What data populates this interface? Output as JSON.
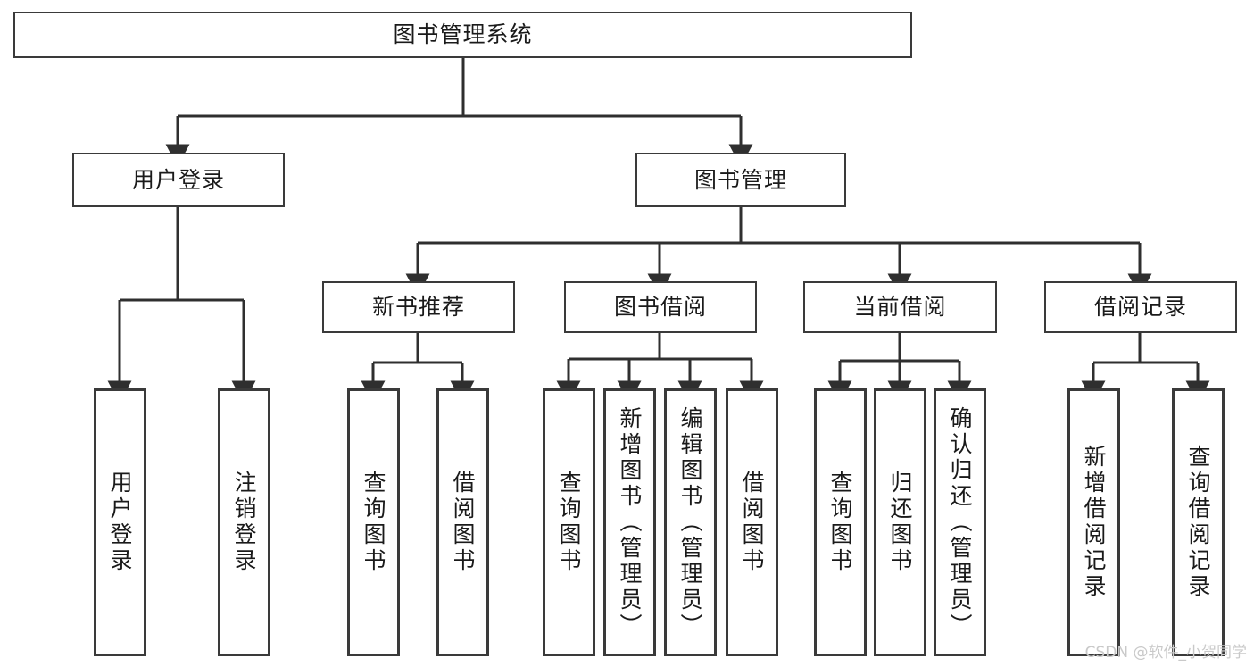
{
  "diagram": {
    "type": "tree",
    "title": "图书管理系统",
    "root": {
      "label": "图书管理系统"
    },
    "level2": [
      {
        "label": "用户登录"
      },
      {
        "label": "图书管理"
      }
    ],
    "level3": [
      {
        "label": "新书推荐"
      },
      {
        "label": "图书借阅"
      },
      {
        "label": "当前借阅"
      },
      {
        "label": "借阅记录"
      }
    ],
    "leaves": {
      "user_login": [
        {
          "label": "用户登录"
        },
        {
          "label": "注销登录"
        }
      ],
      "new_book_recommend": [
        {
          "label": "查询图书"
        },
        {
          "label": "借阅图书"
        }
      ],
      "book_borrow": [
        {
          "label": "查询图书"
        },
        {
          "label": "新增图书（管理员）"
        },
        {
          "label": "编辑图书（管理员）"
        },
        {
          "label": "借阅图书"
        }
      ],
      "current_borrow": [
        {
          "label": "查询图书"
        },
        {
          "label": "归还图书"
        },
        {
          "label": "确认归还（管理员）"
        }
      ],
      "borrow_records": [
        {
          "label": "新增借阅记录"
        },
        {
          "label": "查询借阅记录"
        }
      ]
    }
  },
  "watermark": {
    "text": "CSDN @软件_小贺同学"
  },
  "colors": {
    "border": "#3a3a3a",
    "text": "#1a1a1a",
    "background": "#ffffff",
    "watermark": "#c9c9c9"
  }
}
